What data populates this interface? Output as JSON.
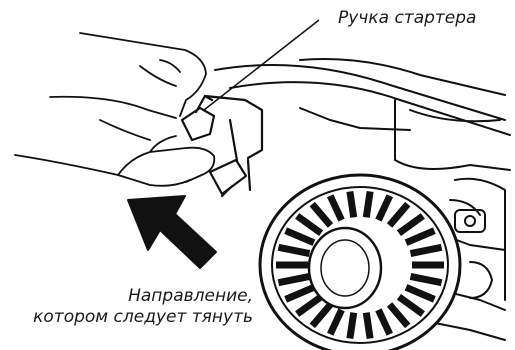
{
  "labels": {
    "handle": "Ручка стартера",
    "direction_line1": "Направление,",
    "direction_line2": "котором следует тянуть"
  },
  "colors": {
    "ink": "#111111",
    "background": "#ffffff"
  }
}
